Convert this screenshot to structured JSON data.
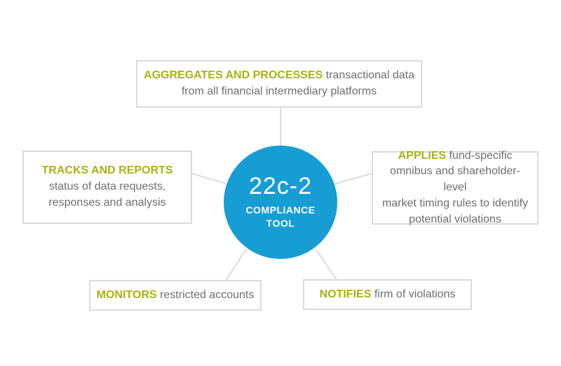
{
  "colors": {
    "accent_green": "#a9b211",
    "circle_blue": "#169dd4",
    "text_gray": "#6d6e71",
    "line_gray": "#dcdcdc",
    "box_border": "#dbdbdb"
  },
  "center": {
    "title": "22c-2",
    "subtitle_lines": [
      "COMPLIANCE",
      "TOOL"
    ]
  },
  "nodes": {
    "top": {
      "keyword": "AGGREGATES AND PROCESSES",
      "lines": [
        "transactional data",
        "from all financial intermediary platforms"
      ]
    },
    "left": {
      "keyword": "TRACKS AND REPORTS",
      "lines": [
        "status of data requests,",
        "responses and analysis"
      ]
    },
    "right": {
      "keyword": "APPLIES",
      "lines": [
        "fund-specific",
        "omnibus and shareholder-level",
        "market timing rules to identify",
        "potential violations"
      ]
    },
    "bottom_left": {
      "keyword": "MONITORS",
      "lines": [
        "restricted accounts"
      ]
    },
    "bottom_right": {
      "keyword": "NOTIFIES",
      "lines": [
        "firm of violations"
      ]
    }
  }
}
